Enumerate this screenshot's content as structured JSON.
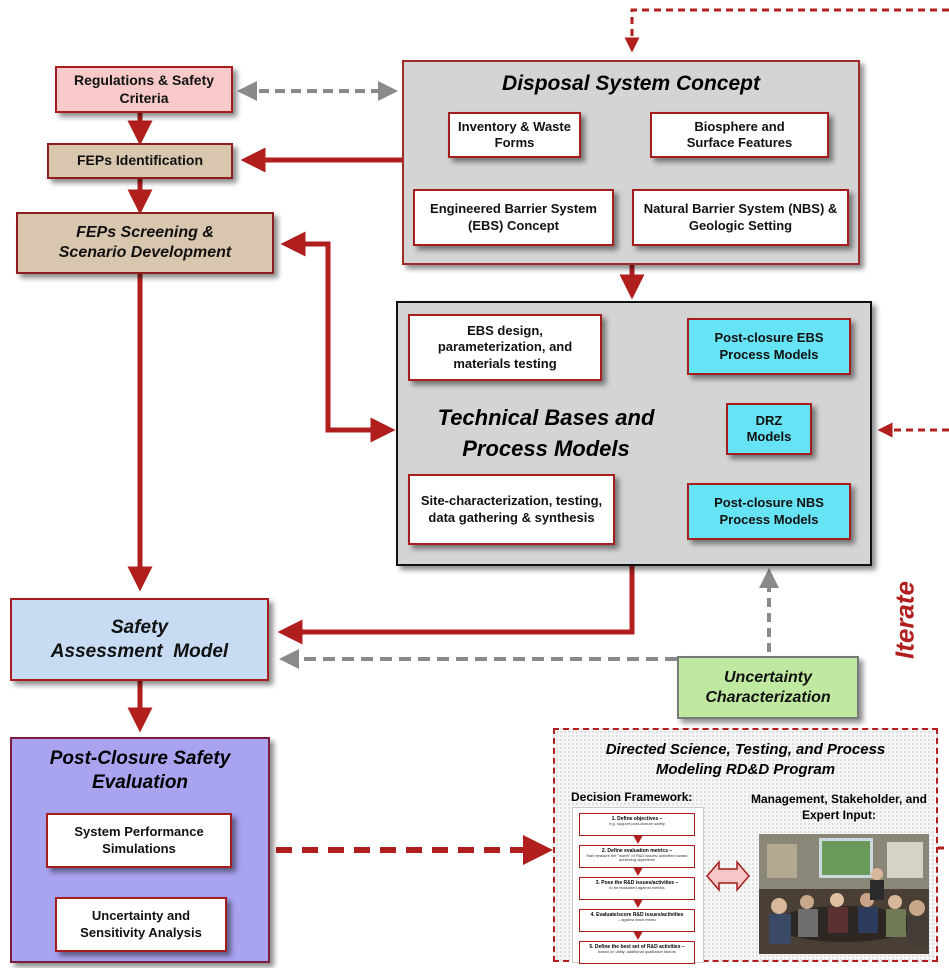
{
  "regulations": "Regulations & Safety Criteria",
  "feps_identification": "FEPs Identification",
  "feps_screening": "FEPs Screening & Scenario Development",
  "concept": {
    "title": "Disposal System Concept",
    "inventory": "Inventory & Waste Forms",
    "biosphere": "Biosphere and Surface Features",
    "ebs_concept": "Engineered Barrier System (EBS) Concept",
    "nbs": "Natural Barrier System (NBS) & Geologic Setting"
  },
  "technical": {
    "title_line1": "Technical Bases and",
    "title_line2": "Process Models",
    "ebs_design": "EBS design, parameterization, and materials testing",
    "post_ebs": "Post-closure EBS Process Models",
    "drz": "DRZ Models",
    "site_char": "Site-characterization, testing, data gathering & synthesis",
    "post_nbs": "Post-closure NBS Process Models"
  },
  "safety_model": {
    "line1": "Safety",
    "line2": "Assessment  Model"
  },
  "uncertainty": {
    "line1": "Uncertainty",
    "line2": "Characterization"
  },
  "post_closure": {
    "title_line1": "Post-Closure Safety",
    "title_line2": "Evaluation",
    "sps": "System Performance Simulations",
    "usa": "Uncertainty and Sensitivity Analysis"
  },
  "iterate": "Iterate",
  "rdd": {
    "title_line1": "Directed Science, Testing, and Process",
    "title_line2": "Modeling RD&D Program",
    "decision_label": "Decision Framework:",
    "management_label": "Management, Stakeholder, and Expert Input:",
    "steps": [
      {
        "head": "1. Define objectives –",
        "sub": "e.g. support post-closure safety"
      },
      {
        "head": "2. Define evaluation metrics –",
        "sub": "that measure the \"worth\" of R&D issues/ activities toward achieving objectives"
      },
      {
        "head": "3. Pose the R&D issues/activities –",
        "sub": "to be evaluated against metrics"
      },
      {
        "head": "4. Evaluate/score R&D issues/activities",
        "sub": "– against each metric"
      },
      {
        "head": "5. Define the best set of R&D activities –",
        "sub": "based on utility, additional qualitative factors"
      }
    ]
  },
  "colors": {
    "arrow_red": "#b01e1e",
    "arrow_gray": "#888888",
    "concept_bg": "#d4d4d4",
    "safety_model_bg": "#c7dbf3",
    "uncertainty_bg": "#bfe8a0",
    "post_closure_bg": "#a8a4f0",
    "process_model_bg": "#66e3f5"
  },
  "icons": [
    "double-arrow-icon",
    "photo-meeting"
  ]
}
